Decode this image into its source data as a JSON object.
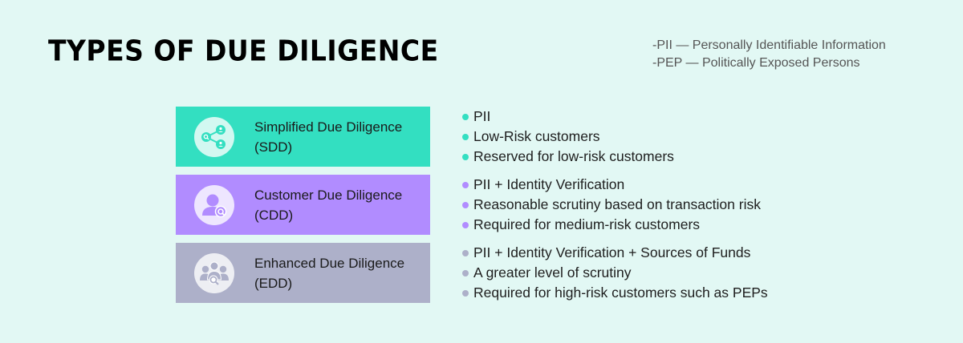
{
  "title": "TYPES OF DUE DILIGENCE",
  "legend": [
    "-PII — Personally Identifiable Information",
    "-PEP — Politically Exposed Persons"
  ],
  "rows": [
    {
      "name": "Simplified Due Diligence",
      "abbr": "(SDD)",
      "color": "#33dfc1",
      "icon": "share-network-icon",
      "bullets": [
        "PII",
        "Low-Risk customers",
        "Reserved for low-risk customers"
      ]
    },
    {
      "name": "Customer Due Diligence",
      "abbr": "(CDD)",
      "color": "#b18cff",
      "icon": "user-search-icon",
      "bullets": [
        "PII + Identity Verification",
        "Reasonable scrutiny based on transaction risk",
        "Required for medium-risk customers"
      ]
    },
    {
      "name": "Enhanced Due Diligence",
      "abbr": "(EDD)",
      "color": "#adb0c9",
      "icon": "group-search-icon",
      "bullets": [
        "PII + Identity Verification + Sources of Funds",
        "A greater level of scrutiny",
        "Required for high-risk customers such as PEPs"
      ]
    }
  ]
}
